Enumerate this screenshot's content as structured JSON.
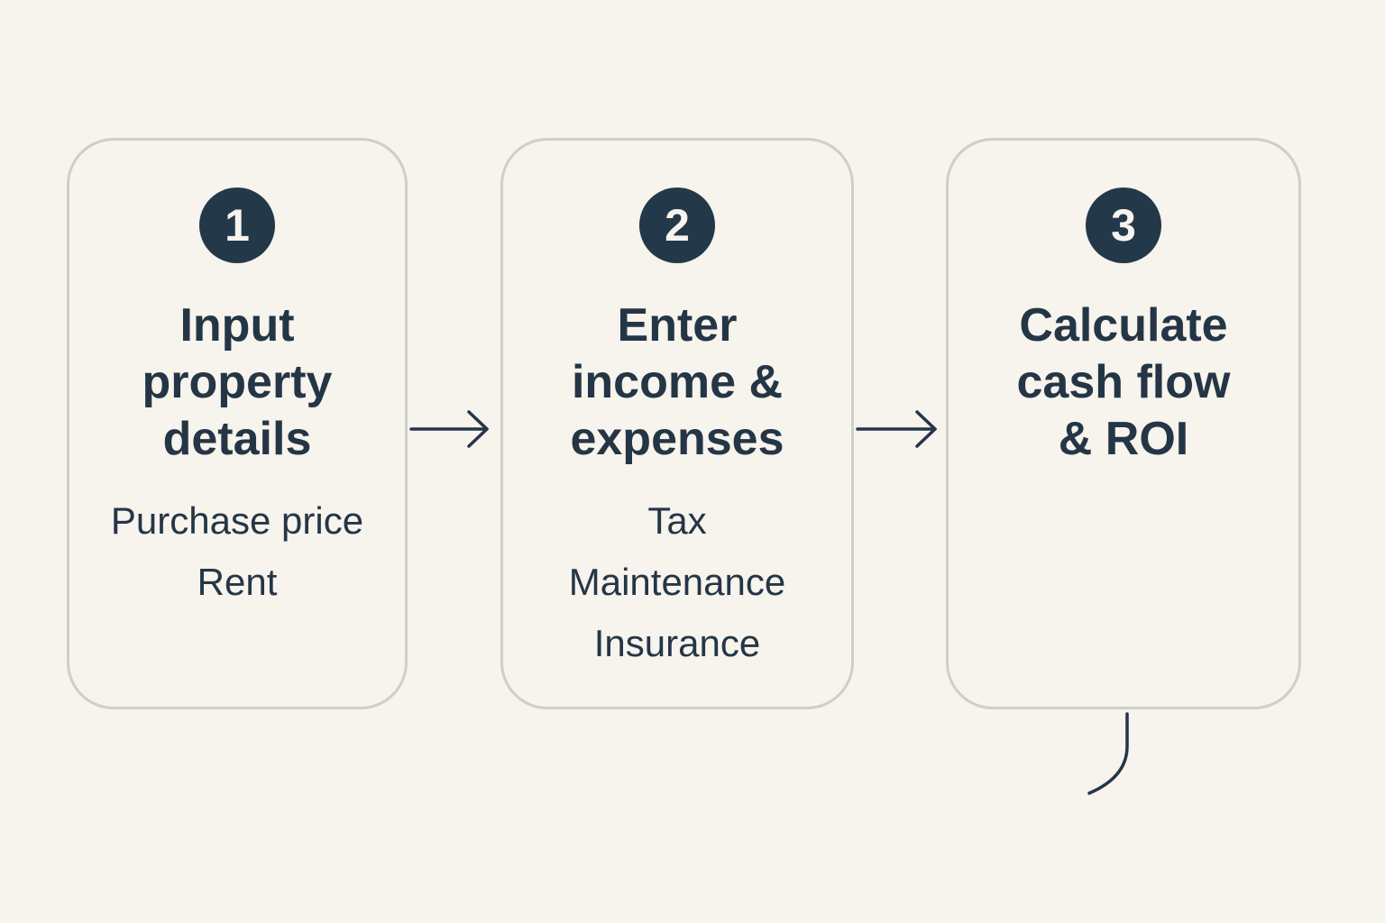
{
  "steps": [
    {
      "number": "1",
      "title_lines": [
        "Input",
        "property",
        "details"
      ],
      "details": [
        "Purchase price",
        "Rent"
      ]
    },
    {
      "number": "2",
      "title_lines": [
        "Enter",
        "income &",
        "expenses"
      ],
      "details": [
        "Tax",
        "Maintenance",
        "Insurance"
      ]
    },
    {
      "number": "3",
      "title_lines": [
        "Calculate",
        "cash flow",
        "& ROI"
      ],
      "details": []
    }
  ],
  "colors": {
    "background": "#f7f3ed",
    "card_border": "#cfcec8",
    "badge": "#233849",
    "text": "#243646"
  }
}
